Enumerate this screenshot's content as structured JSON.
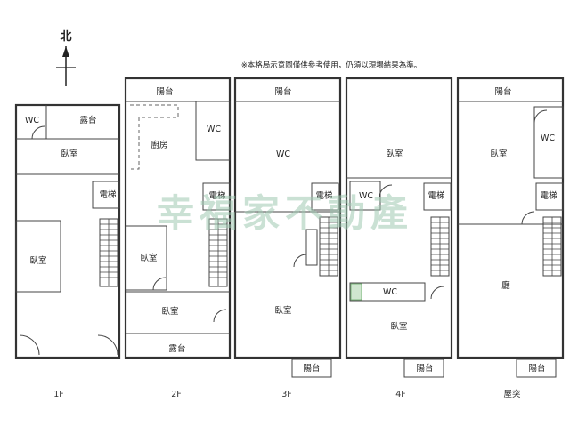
{
  "compass": {
    "label": "北"
  },
  "note": "※本格局示意圖僅供參考使用，仍須以現場結果為準。",
  "watermark": "幸福家不動產",
  "floors": {
    "f1": {
      "caption": "1F",
      "rooms": {
        "wc": "WC",
        "terrace": "露台",
        "bedroom_top": "臥室",
        "elevator": "電梯",
        "bedroom_left": "臥室"
      }
    },
    "f2": {
      "caption": "2F",
      "rooms": {
        "balcony_top": "陽台",
        "wc": "WC",
        "kitchen": "廚房",
        "elevator": "電梯",
        "bedroom_left": "臥室",
        "bedroom_bottom": "臥室",
        "terrace_bottom": "露台"
      }
    },
    "f3": {
      "caption": "3F",
      "rooms": {
        "balcony_top": "陽台",
        "wc": "WC",
        "elevator": "電梯",
        "bedroom": "臥室",
        "balcony_bottom": "陽台"
      }
    },
    "f4": {
      "caption": "4F",
      "rooms": {
        "bedroom_top": "臥室",
        "wc_mid": "WC",
        "elevator": "電梯",
        "wc_lower": "WC",
        "bedroom_bottom": "臥室",
        "balcony_bottom": "陽台"
      }
    },
    "roof": {
      "caption": "屋突",
      "rooms": {
        "balcony_top": "陽台",
        "bedroom": "臥室",
        "wc": "WC",
        "elevator": "電梯",
        "hall": "廳",
        "balcony_bottom": "陽台"
      }
    }
  }
}
